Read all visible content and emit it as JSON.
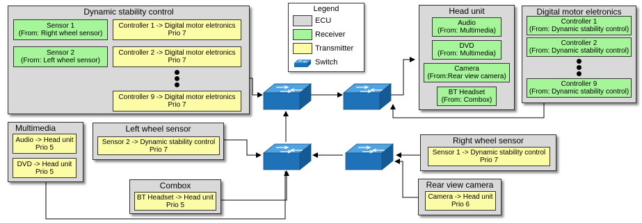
{
  "legend": {
    "title": "Legend",
    "items": [
      {
        "label": "ECU",
        "color": "#d9d9d9"
      },
      {
        "label": "Receiver",
        "color": "#a6f59a"
      },
      {
        "label": "Transmitter",
        "color": "#fcfca6"
      },
      {
        "label": "Switch",
        "color": "#1e6fb5"
      }
    ]
  },
  "ecus": {
    "dsc": {
      "title": "Dynamic stability control",
      "receivers": [
        {
          "line1": "Sensor 1",
          "line2": "(From: Right wheel sensor)"
        },
        {
          "line1": "Sensor 2",
          "line2": "(From: Left wheel sensor)"
        }
      ],
      "transmitters": [
        {
          "line1": "Controller 1 -> Digital motor eletronics",
          "line2": "Prio 7"
        },
        {
          "line1": "Controller 2 -> Digital motor eletronics",
          "line2": "Prio 7"
        },
        {
          "line1": "Controller 9 -> Digital motor eletronics",
          "line2": "Prio 7"
        }
      ]
    },
    "head_unit": {
      "title": "Head unit",
      "receivers": [
        {
          "line1": "Audio",
          "line2": "(From: Multimedia)"
        },
        {
          "line1": "DVD",
          "line2": "(From: Multimedia)"
        },
        {
          "line1": "Camera",
          "line2": "(From:Rear view camera)"
        },
        {
          "line1": "BT Headset",
          "line2": "(From: Combox)"
        }
      ]
    },
    "dme": {
      "title": "Digital motor eletronics",
      "receivers": [
        {
          "line1": "Controller 1",
          "line2": "(From: Dynamic stability control)"
        },
        {
          "line1": "Controller 2",
          "line2": "(From: Dynamic stability control)"
        },
        {
          "line1": "Controller 9",
          "line2": "(From: Dynamic stability control)"
        }
      ]
    },
    "multimedia": {
      "title": "Multimedia",
      "transmitters": [
        {
          "line1": "Audio -> Head unit",
          "line2": "Prio 5"
        },
        {
          "line1": "DVD -> Head unit",
          "line2": "Prio 5"
        }
      ]
    },
    "left_wheel": {
      "title": "Left wheel sensor",
      "transmitters": [
        {
          "line1": "Sensor 2 -> Dynamic stability control",
          "line2": "Prio 7"
        }
      ]
    },
    "right_wheel": {
      "title": "Right wheel sensor",
      "transmitters": [
        {
          "line1": "Sensor 1 -> Dynamic stability control",
          "line2": "Prio 7"
        }
      ]
    },
    "combox": {
      "title": "Combox",
      "transmitters": [
        {
          "line1": "BT Headset -> Head unit",
          "line2": "Prio 5"
        }
      ]
    },
    "rear_camera": {
      "title": "Rear view camera",
      "transmitters": [
        {
          "line1": "Camera -> Head unit",
          "line2": "Prio 6"
        }
      ]
    }
  }
}
